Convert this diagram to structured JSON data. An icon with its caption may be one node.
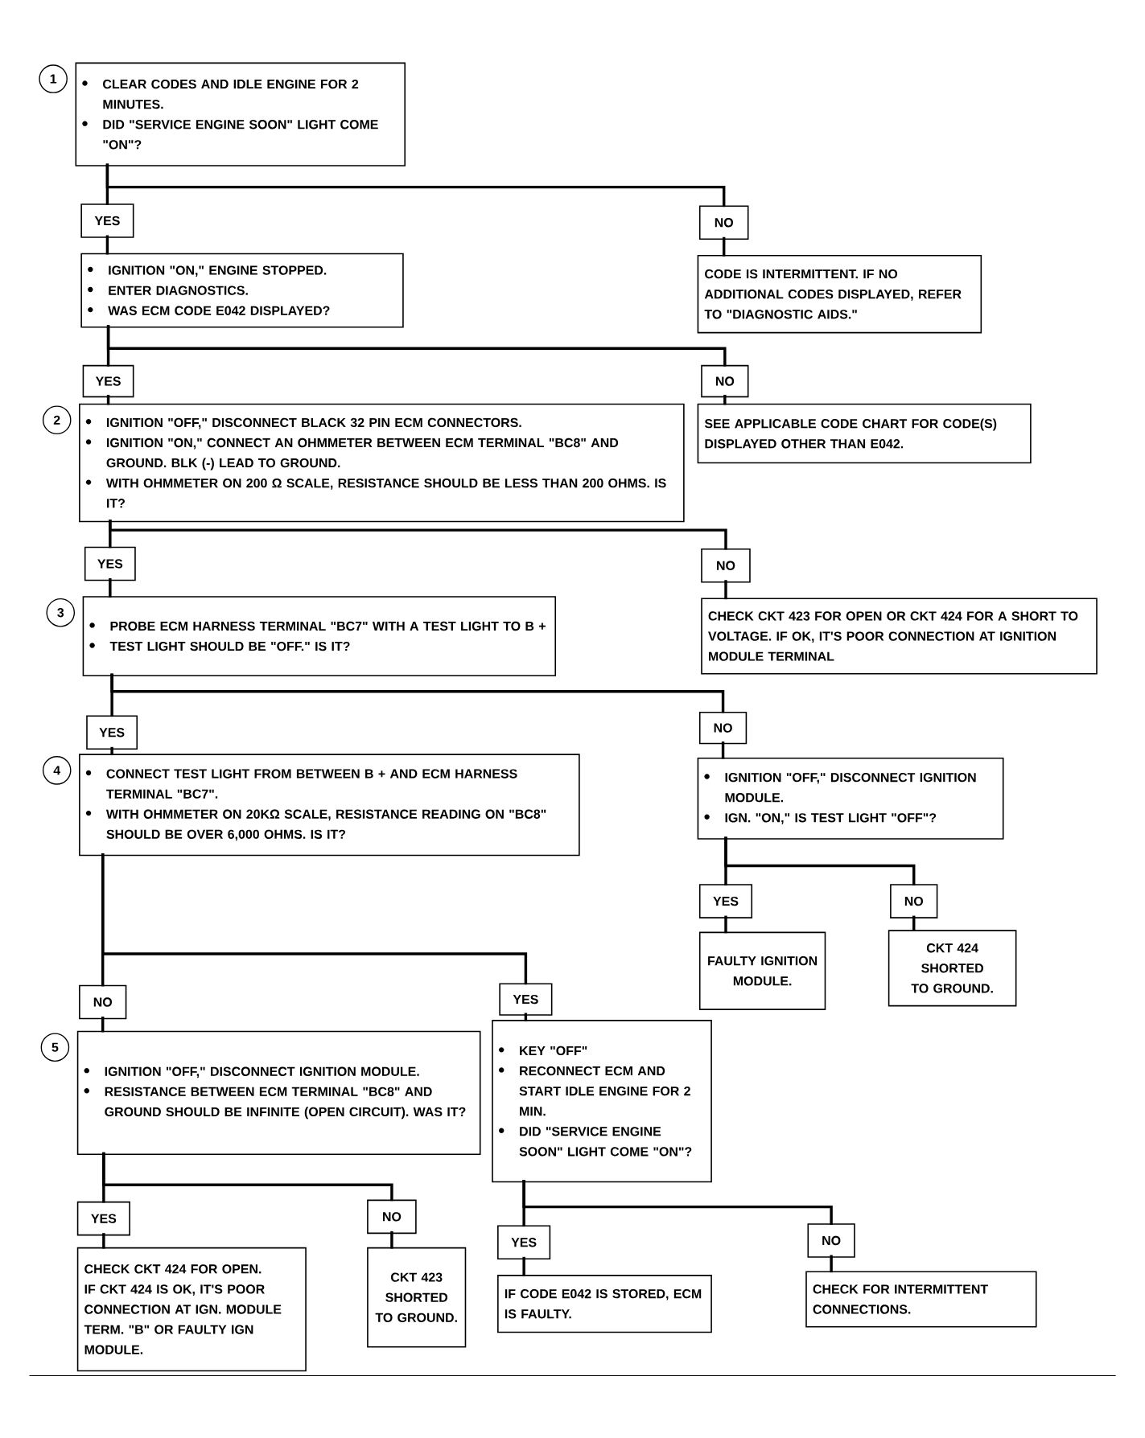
{
  "diagram": {
    "nodes": [
      {
        "text": [
          "CLEAR CODES AND IDLE ENGINE FOR 2 MINUTES.",
          "DID \"SERVICE ENGINE SOON\" LIGHT COME \"ON\"?"
        ],
        "beside": [
          "1"
        ]
      },
      {
        "text": [
          "YES"
        ]
      },
      {
        "text": [
          "NO"
        ]
      },
      {
        "text": [
          "IGNITION \"ON,\" ENGINE STOPPED.",
          "ENTER DIAGNOSTICS.",
          "WAS ECM CODE E042 DISPLAYED?"
        ]
      },
      {
        "text": [
          "CODE IS INTERMITTENT. IF NO ADDITIONAL CODES DISPLAYED, REFER TO \"DIAGNOSTIC AIDS.\""
        ]
      },
      {
        "text": [
          "YES"
        ]
      },
      {
        "text": [
          "NO"
        ]
      },
      {
        "text": [
          "IGNITION \"OFF,\" DISCONNECT BLACK 32 PIN ECM CONNECTORS.",
          "IGNITION \"ON,\" CONNECT AN OHMMETER BETWEEN ECM TERMINAL \"BC8\" AND GROUND. BLK (-) LEAD TO GROUND.",
          "WITH OHMMETER ON 200 Ω SCALE, RESISTANCE SHOULD BE LESS THAN 200 OHMS. IS IT?"
        ],
        "beside": [
          "2"
        ]
      },
      {
        "text": [
          "SEE APPLICABLE CODE CHART FOR CODE(S) DISPLAYED OTHER THAN E042."
        ]
      },
      {
        "text": [
          "YES"
        ]
      },
      {
        "text": [
          "NO"
        ]
      },
      {
        "text": [
          "PROBE ECM HARNESS TERMINAL \"BC7\" WITH A TEST LIGHT TO B +",
          "TEST LIGHT SHOULD BE \"OFF.\" IS IT?"
        ],
        "beside": [
          "3"
        ]
      },
      {
        "text": [
          "CHECK CKT 423 FOR OPEN OR CKT 424 FOR A SHORT TO VOLTAGE. IF OK, IT'S POOR CONNECTION AT IGNITION MODULE TERMINAL"
        ]
      },
      {
        "text": [
          "YES"
        ]
      },
      {
        "text": [
          "NO"
        ]
      },
      {
        "text": [
          "CONNECT TEST LIGHT FROM BETWEEN B + AND ECM HARNESS TERMINAL \"BC7\".",
          "WITH OHMMETER ON 20KΩ SCALE, RESISTANCE READING ON \"BC8\" SHOULD BE OVER 6,000 OHMS. IS IT?"
        ],
        "beside": [
          "4"
        ]
      },
      {
        "text": [
          "IGNITION \"OFF,\" DISCONNECT IGNITION MODULE.",
          "IGN. \"ON,\" IS TEST LIGHT \"OFF\"?"
        ]
      },
      {
        "text": [
          "YES"
        ]
      },
      {
        "text": [
          "NO"
        ]
      },
      {
        "text": [
          "FAULTY IGNITION MODULE."
        ]
      },
      {
        "text": [
          "CKT 424 SHORTED TO GROUND."
        ]
      },
      {
        "text": [
          "NO"
        ]
      },
      {
        "text": [
          "YES"
        ]
      },
      {
        "text": [
          "IGNITION \"OFF,\" DISCONNECT IGNITION MODULE.",
          "RESISTANCE BETWEEN ECM TERMINAL \"BC8\" AND GROUND SHOULD BE INFINITE (OPEN CIRCUIT). WAS IT?"
        ],
        "beside": [
          "5"
        ]
      },
      {
        "text": [
          "KEY \"OFF\"",
          "RECONNECT ECM AND START IDLE ENGINE FOR 2 MIN.",
          "DID \"SERVICE ENGINE SOON\" LIGHT COME \"ON\"?"
        ]
      },
      {
        "text": [
          "YES"
        ]
      },
      {
        "text": [
          "NO"
        ]
      },
      {
        "text": [
          "YES"
        ]
      },
      {
        "text": [
          "NO"
        ]
      },
      {
        "text": [
          "CHECK CKT 424 FOR OPEN. IF CKT 424 IS OK, IT'S POOR CONNECTION AT IGN. MODULE TERM. \"B\" OR FAULTY IGN MODULE."
        ]
      },
      {
        "text": [
          "CKT 423 SHORTED TO GROUND."
        ]
      },
      {
        "text": [
          "IF CODE E042 IS STORED, ECM IS FAULTY."
        ]
      },
      {
        "text": [
          "CHECK FOR INTERMITTENT CONNECTIONS."
        ]
      }
    ],
    "edges": [
      {
        "from": 0,
        "to": 1,
        "arrow": "none"
      },
      {
        "from": 0,
        "to": 2,
        "arrow": "none"
      },
      {
        "from": 1,
        "to": 3,
        "arrow": "none"
      },
      {
        "from": 2,
        "to": 4,
        "arrow": "none"
      },
      {
        "from": 3,
        "to": 5,
        "arrow": "none"
      },
      {
        "from": 3,
        "to": 6,
        "arrow": "none"
      },
      {
        "from": 5,
        "to": 7,
        "arrow": "none"
      },
      {
        "from": 6,
        "to": 8,
        "arrow": "none"
      },
      {
        "from": 7,
        "to": 9,
        "arrow": "none"
      },
      {
        "from": 7,
        "to": 10,
        "arrow": "none"
      },
      {
        "from": 9,
        "to": 11,
        "arrow": "none"
      },
      {
        "from": 10,
        "to": 12,
        "arrow": "none"
      },
      {
        "from": 11,
        "to": 13,
        "arrow": "none"
      },
      {
        "from": 11,
        "to": 14,
        "arrow": "none"
      },
      {
        "from": 13,
        "to": 15,
        "arrow": "none"
      },
      {
        "from": 14,
        "to": 16,
        "arrow": "none"
      },
      {
        "from": 16,
        "to": 17,
        "arrow": "none"
      },
      {
        "from": 16,
        "to": 18,
        "arrow": "none"
      },
      {
        "from": 17,
        "to": 19,
        "arrow": "none"
      },
      {
        "from": 18,
        "to": 20,
        "arrow": "none"
      },
      {
        "from": 15,
        "to": 21,
        "arrow": "none"
      },
      {
        "from": 15,
        "to": 22,
        "arrow": "none"
      },
      {
        "from": 21,
        "to": 23,
        "arrow": "none"
      },
      {
        "from": 22,
        "to": 24,
        "arrow": "none"
      },
      {
        "from": 23,
        "to": 25,
        "arrow": "none"
      },
      {
        "from": 23,
        "to": 26,
        "arrow": "none"
      },
      {
        "from": 24,
        "to": 27,
        "arrow": "none"
      },
      {
        "from": 24,
        "to": 28,
        "arrow": "none"
      },
      {
        "from": 25,
        "to": 29,
        "arrow": "none"
      },
      {
        "from": 26,
        "to": 30,
        "arrow": "none"
      },
      {
        "from": 27,
        "to": 31,
        "arrow": "none"
      },
      {
        "from": 28,
        "to": 32,
        "arrow": "none"
      }
    ]
  }
}
